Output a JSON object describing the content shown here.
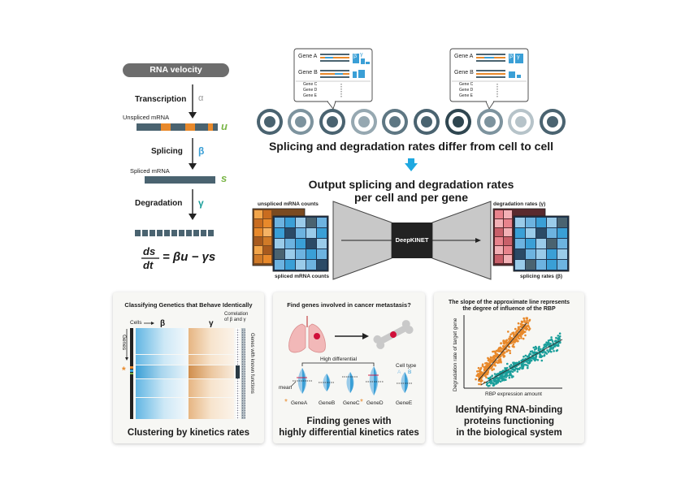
{
  "left": {
    "title": "RNA velocity",
    "transcription": "Transcription",
    "alpha": "α",
    "unspliced": "Unspliced mRNA",
    "u": "u",
    "splicing": "Splicing",
    "beta": "β",
    "spliced": "Spliced mRNA",
    "s": "s",
    "degradation": "Degradation",
    "gamma": "γ",
    "eq_num": "ds",
    "eq_den": "dt",
    "eq_rhs": "= βu − γs"
  },
  "top": {
    "callout1": {
      "gene_a": "Gene A",
      "gene_b": "Gene B",
      "gene_c": "Gene C",
      "gene_d": "Gene D",
      "gene_e": "Gene E",
      "beta": "β",
      "gamma": "γ"
    },
    "callout2": {
      "gene_a": "Gene A",
      "gene_b": "Gene B",
      "gene_c": "Gene C",
      "gene_d": "Gene D",
      "gene_e": "Gene E",
      "beta": "β",
      "gamma": "γ"
    },
    "headline": "Splicing and degradation rates differ from cell to cell",
    "output_line1": "Output splicing and degradation rates",
    "output_line2": "per cell and per gene",
    "unspliced_counts": "unspliced mRNA counts",
    "spliced_counts": "spliced mRNA counts",
    "model": "DeepKINET",
    "degradation_rates": "degradation rates (γ)",
    "splicing_rates": "splicing rates (β)"
  },
  "panel1": {
    "title": "Classifying Genetics that Behave Identically",
    "cells": "Cells",
    "genes": "Genes",
    "beta": "β",
    "gamma": "γ",
    "corr_line1": "Correlation",
    "corr_line2": "of β and γ",
    "known": "Genes with known functions",
    "asterisk": "*",
    "caption": "Clustering by kinetics rates"
  },
  "panel2": {
    "title": "Find genes involved in cancer metastasis?",
    "high_diff": "High differential",
    "cell_type": "Cell type",
    "cell_a": "A",
    "cell_b": "B",
    "mean": "mean",
    "genes": [
      "GeneA",
      "GeneB",
      "GeneC",
      "GeneD",
      "GeneE"
    ],
    "caption_line1": "Finding genes with",
    "caption_line2": "highly differential kinetics rates"
  },
  "panel3": {
    "title_line1": "The slope of the approximate line represents",
    "title_line2": "the degree of influence of the RBP",
    "ylabel": "Degradation rate of target gene",
    "xlabel": "RBP expression amount",
    "caption_line1": "Identifying RNA-binding",
    "caption_line2": "proteins functioning",
    "caption_line3": "in the biological system"
  },
  "colors": {
    "orange": "#e8892b",
    "blue": "#3a9fd6",
    "slate": "#4a6370",
    "teal": "#1a9e9a",
    "pink": "#e8838c",
    "gray": "#6d6d6d"
  }
}
